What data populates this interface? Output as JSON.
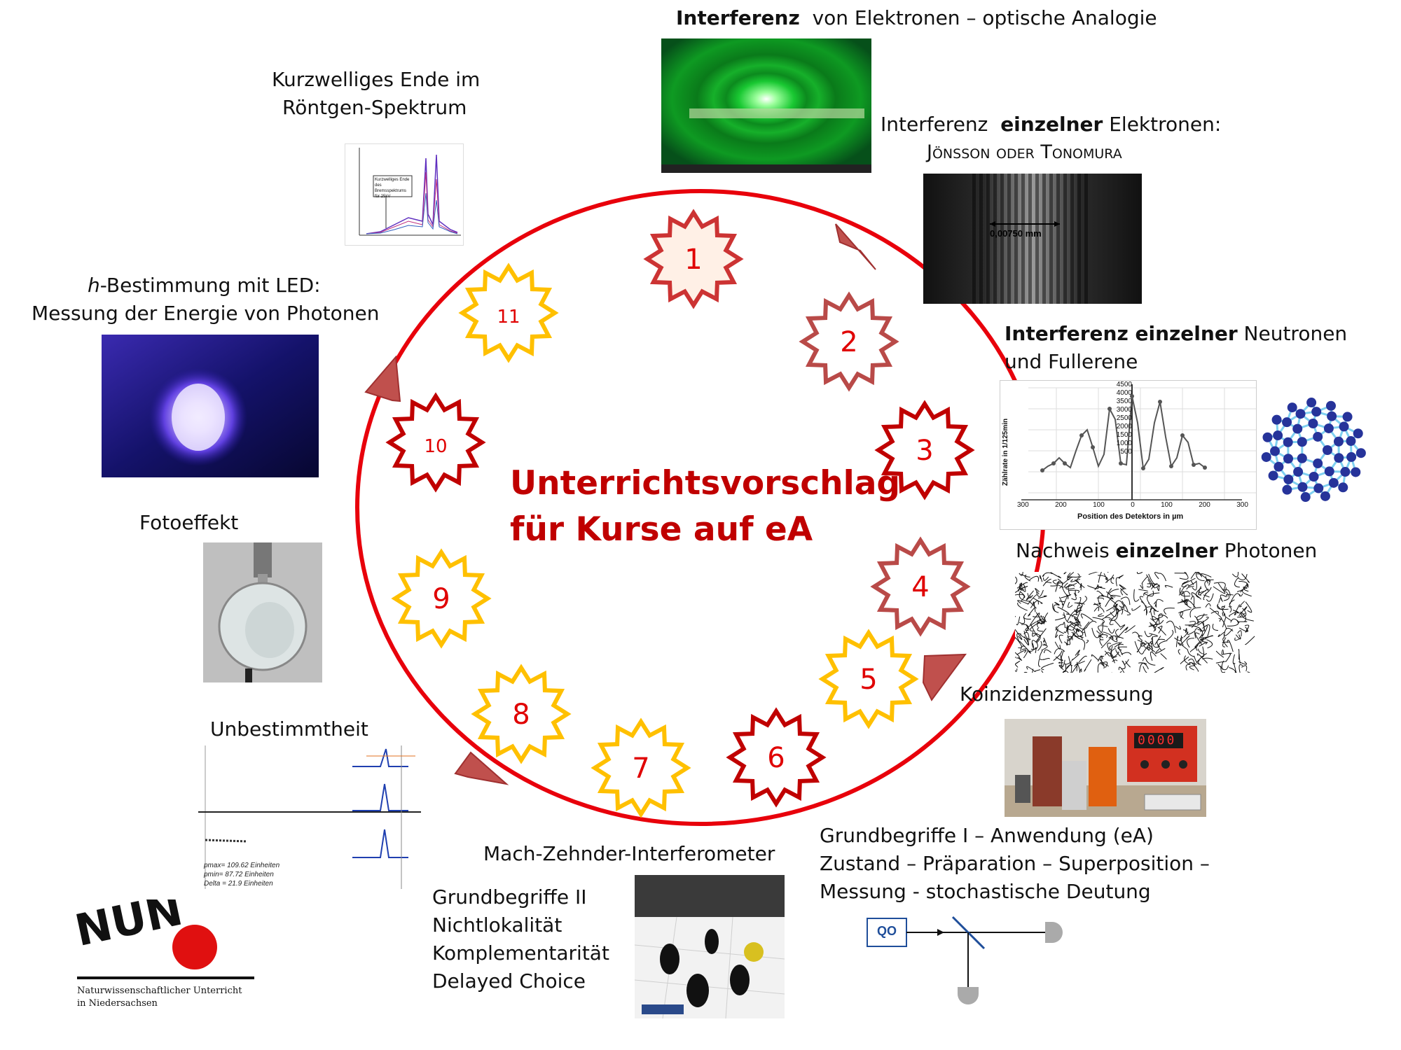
{
  "title": {
    "line1": "Unterrichtsvorschlag",
    "line2": "für Kurse auf eA"
  },
  "stations": [
    {
      "num": "1",
      "color": "#cc3333",
      "fill": "#fff0e6"
    },
    {
      "num": "2",
      "color": "#b94a48",
      "fill": "#ffffff"
    },
    {
      "num": "3",
      "color": "#c00000",
      "fill": "#ffffff"
    },
    {
      "num": "4",
      "color": "#b94a48",
      "fill": "#ffffff"
    },
    {
      "num": "5",
      "color": "#ffc000",
      "fill": "#ffffff"
    },
    {
      "num": "6",
      "color": "#c00000",
      "fill": "#ffffff"
    },
    {
      "num": "7",
      "color": "#ffc000",
      "fill": "#ffffff"
    },
    {
      "num": "8",
      "color": "#ffc000",
      "fill": "#ffffff"
    },
    {
      "num": "9",
      "color": "#ffc000",
      "fill": "#ffffff"
    },
    {
      "num": "10",
      "color": "#c00000",
      "fill": "#ffffff"
    },
    {
      "num": "11",
      "color": "#ffc000",
      "fill": "#ffffff"
    }
  ],
  "labels": {
    "interf_optik_bold": "Interferenz",
    "interf_optik_rest": "von Elektronen – optische Analogie",
    "interf_einzel_a": "Interferenz",
    "interf_einzel_bold": "einzelner",
    "interf_einzel_b": "Elektronen:",
    "joensson": "Jönsson oder Tonomura",
    "measure": "0,00750 mm",
    "neutronen_bold": "Interferenz einzelner",
    "neutronen_a": "Neutronen",
    "neutronen_b": "und Fullerene",
    "photonen_a": "Nachweis",
    "photonen_bold": "einzelner",
    "photonen_b": "Photonen",
    "koinzidenz": "Koinzidenzmessung",
    "grund1_l1": "Grundbegriffe I – Anwendung (eA)",
    "grund1_l2": "Zustand – Präparation – Superposition –",
    "grund1_l3": "Messung  - stochastische Deutung",
    "qo": "QO",
    "mzi": "Mach-Zehnder-Interferometer",
    "grund2_l1": "Grundbegriffe II",
    "grund2_l2": "Nichtlokalität",
    "grund2_l3": "Komplementarität",
    "grund2_l4": "Delayed Choice",
    "unbestimmtheit": "Unbestimmtheit",
    "pmax": "pmax= 109.62 Einheiten",
    "pmin": "pmin= 87.72 Einheiten",
    "deltap": "Delta = 21.9 Einheiten",
    "fotoeffekt": "Fotoeffekt",
    "hbest_italic": "h",
    "hbest_rest": "-Bestimmung mit  LED:",
    "hbest_l2": "Messung der Energie von Photonen",
    "roentgen_l1": "Kurzwelliges Ende im",
    "roentgen_l2": "Röntgen-Spektrum",
    "roentgen_note": "Kurzwelliges Ende des Bremsspektrums für 25kV",
    "nun_logo": "NUN",
    "nun_l1": "Naturwissenschaftlicher Unterricht",
    "nun_l2": "in Niedersachsen",
    "neutron_ylabel": "Zählrate in 1/125min",
    "neutron_xlabel": "Position des Detektors in µm",
    "neutron_yticks": [
      "4500",
      "4000",
      "3500",
      "3000",
      "2500",
      "2000",
      "1500",
      "1000",
      "500"
    ],
    "neutron_xticks": [
      "300",
      "200",
      "100",
      "0",
      "100",
      "200",
      "300"
    ],
    "display_digits": "0000"
  },
  "colors": {
    "circle": "#e8000b",
    "arrow": "#c0504d",
    "title": "#c00000"
  }
}
